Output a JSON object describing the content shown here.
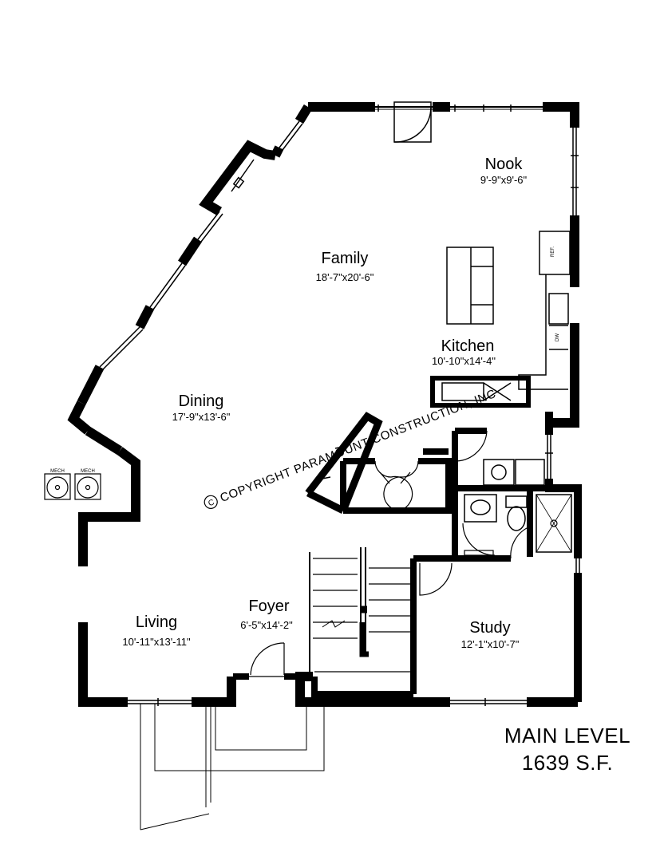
{
  "rooms": {
    "nook": {
      "name": "Nook",
      "dims": "9'-9\"x9'-6\""
    },
    "family": {
      "name": "Family",
      "dims": "18'-7\"x20'-6\""
    },
    "kitchen": {
      "name": "Kitchen",
      "dims": "10'-10\"x14'-4\""
    },
    "dining": {
      "name": "Dining",
      "dims": "17'-9\"x13'-6\""
    },
    "living": {
      "name": "Living",
      "dims": "10'-11\"x13'-11\""
    },
    "foyer": {
      "name": "Foyer",
      "dims": "6'-5\"x14'-2\""
    },
    "study": {
      "name": "Study",
      "dims": "12'-1\"x10'-7\""
    }
  },
  "fixtures": {
    "mech_1": "MECH",
    "mech_2": "MECH",
    "ref": "REF.",
    "dw": "DW"
  },
  "copyright": "COPYRIGHT PARAMOUNT CONSTRUCTION, INC",
  "title": {
    "level": "MAIN LEVEL",
    "area": "1639 S.F."
  }
}
